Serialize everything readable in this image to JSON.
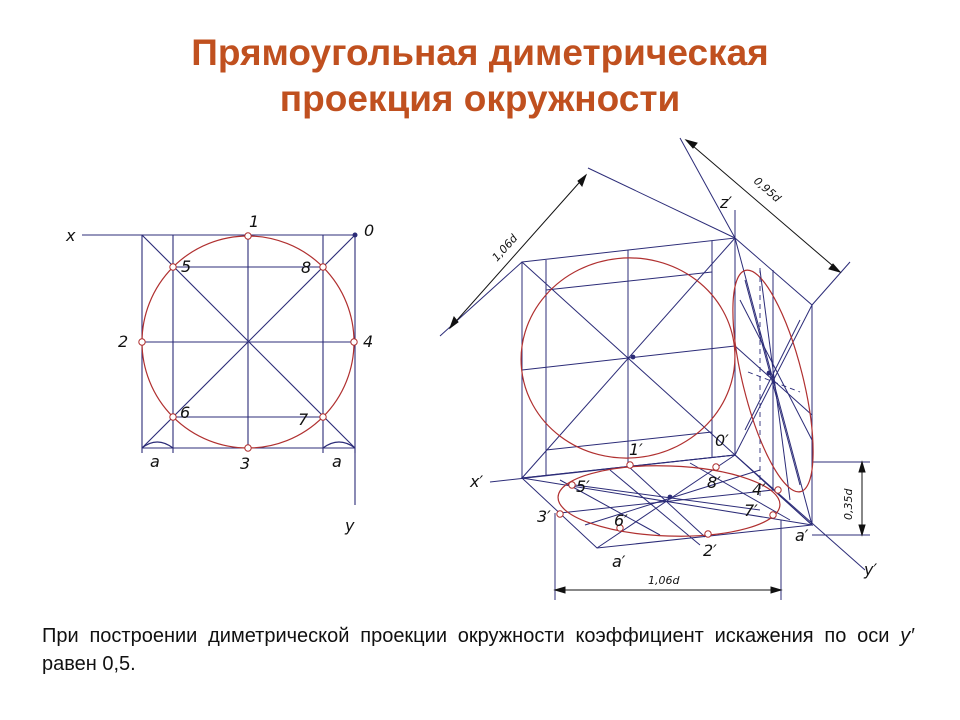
{
  "slide": {
    "title_line1": "Прямоугольная диметрическая",
    "title_line2": "проекция окружности",
    "caption_main": "При построении диметрической проекции окружности коэффициент искажения по оси ",
    "caption_axis": "y′",
    "caption_tail": " равен 0,5.",
    "accent_color": "#c0501f",
    "curve_color": "#b03030",
    "line_color": "#2c2c78"
  },
  "left_drawing": {
    "axis_x": "x",
    "axis_y": "y",
    "origin": "0",
    "points": [
      "1",
      "2",
      "3",
      "4",
      "5",
      "6",
      "7",
      "8"
    ],
    "offset_left": "a",
    "offset_right": "a"
  },
  "right_drawing": {
    "axis_x": "x′",
    "axis_y": "y′",
    "axis_z": "z′",
    "origin": "0′",
    "points": [
      "1′",
      "2′",
      "3′",
      "4′",
      "5′",
      "6′",
      "7′",
      "8′"
    ],
    "offset_left": "a′",
    "offset_right": "a′",
    "dim_diag": "1,06d",
    "dim_side": "0,95d",
    "dim_height": "0,35d",
    "dim_bottom": "1,06d"
  }
}
